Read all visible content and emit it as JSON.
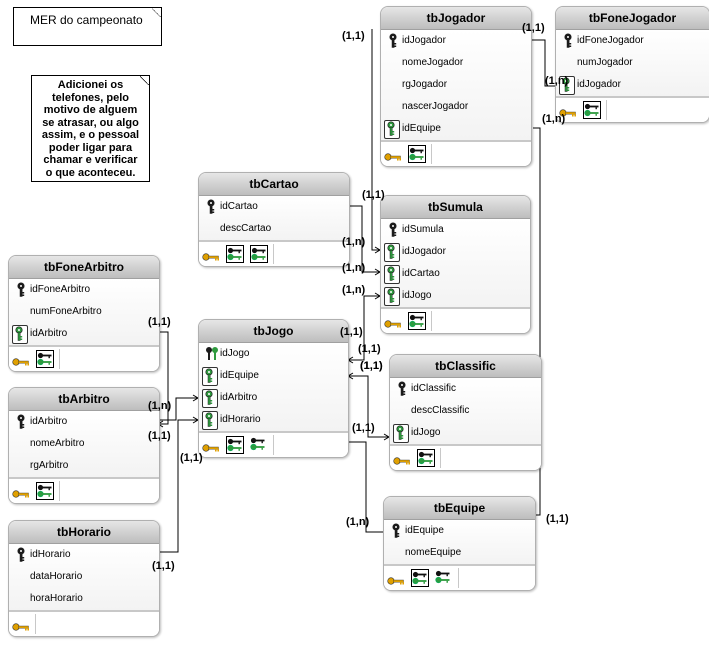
{
  "notes": {
    "title": "MER do campeonato",
    "comment": [
      "Adicionei os",
      "telefones, pelo",
      "motivo de alguem",
      "se atrasar, ou algo",
      "assim, e o pessoal",
      "poder ligar para",
      "chamar e verificar",
      "o que aconteceu."
    ]
  },
  "tables": [
    {
      "id": "tbJogador",
      "name": "tbJogador",
      "fields": [
        {
          "name": "idJogador",
          "icon": "pk"
        },
        {
          "name": "nomeJogador",
          "icon": ""
        },
        {
          "name": "rgJogador",
          "icon": ""
        },
        {
          "name": "nascerJogador",
          "icon": ""
        },
        {
          "name": "idEquipe",
          "icon": "fk"
        }
      ],
      "footer": [
        "pk-key",
        "fk-keys"
      ]
    },
    {
      "id": "tbFoneJogador",
      "name": "tbFoneJogador",
      "fields": [
        {
          "name": "idFoneJogador",
          "icon": "pk"
        },
        {
          "name": "numJogador",
          "icon": ""
        },
        {
          "name": "idJogador",
          "icon": "fk"
        }
      ],
      "footer": [
        "pk-key",
        "fk-keys"
      ]
    },
    {
      "id": "tbCartao",
      "name": "tbCartao",
      "fields": [
        {
          "name": "idCartao",
          "icon": "pk"
        },
        {
          "name": "descCartao",
          "icon": ""
        }
      ],
      "footer": [
        "pk-key",
        "fk-keys",
        "fk-keys"
      ]
    },
    {
      "id": "tbSumula",
      "name": "tbSumula",
      "fields": [
        {
          "name": "idSumula",
          "icon": "pk"
        },
        {
          "name": "idJogador",
          "icon": "fk"
        },
        {
          "name": "idCartao",
          "icon": "fk"
        },
        {
          "name": "idJogo",
          "icon": "fk"
        }
      ],
      "footer": [
        "pk-key",
        "fk-keys"
      ]
    },
    {
      "id": "tbFoneArbitro",
      "name": "tbFoneArbitro",
      "fields": [
        {
          "name": "idFoneArbitro",
          "icon": "pk"
        },
        {
          "name": "numFoneArbitro",
          "icon": ""
        },
        {
          "name": "idArbitro",
          "icon": "fk"
        }
      ],
      "footer": [
        "pk-key",
        "fk-keys"
      ]
    },
    {
      "id": "tbJogo",
      "name": "tbJogo",
      "fields": [
        {
          "name": "idJogo",
          "icon": "pkfk"
        },
        {
          "name": "idEquipe",
          "icon": "fk"
        },
        {
          "name": "idArbitro",
          "icon": "fk"
        },
        {
          "name": "idHorario",
          "icon": "fk"
        }
      ],
      "footer": [
        "pk-key",
        "fk-keys",
        "fk-keys-plain"
      ]
    },
    {
      "id": "tbClassific",
      "name": "tbClassific",
      "fields": [
        {
          "name": "idClassific",
          "icon": "pk"
        },
        {
          "name": "descClassific",
          "icon": ""
        },
        {
          "name": "idJogo",
          "icon": "fk"
        }
      ],
      "footer": [
        "pk-key",
        "fk-keys"
      ]
    },
    {
      "id": "tbArbitro",
      "name": "tbArbitro",
      "fields": [
        {
          "name": "idArbitro",
          "icon": "pk"
        },
        {
          "name": "nomeArbitro",
          "icon": ""
        },
        {
          "name": "rgArbitro",
          "icon": ""
        }
      ],
      "footer": [
        "pk-key",
        "fk-keys"
      ]
    },
    {
      "id": "tbEquipe",
      "name": "tbEquipe",
      "fields": [
        {
          "name": "idEquipe",
          "icon": "pk"
        },
        {
          "name": "nomeEquipe",
          "icon": ""
        }
      ],
      "footer": [
        "pk-key",
        "fk-keys",
        "fk-keys-plain"
      ]
    },
    {
      "id": "tbHorario",
      "name": "tbHorario",
      "fields": [
        {
          "name": "idHorario",
          "icon": "pk"
        },
        {
          "name": "dataHorario",
          "icon": ""
        },
        {
          "name": "horaHorario",
          "icon": ""
        }
      ],
      "footer": [
        "pk-key"
      ]
    }
  ],
  "cardinalities": [
    "(1,1)",
    "(1,1)",
    "(1,n)",
    "(1,n)",
    "(1,1)",
    "(1,n)",
    "(1,n)",
    "(1,n)",
    "(1,1)",
    "(1,1)",
    "(1,1)",
    "(1,n)",
    "(1,1)",
    "(1,1)",
    "(1,1)",
    "(1,1)",
    "(1,n)",
    "(1,1)",
    "(1,1)",
    "(1,1)"
  ],
  "colors": {
    "pk_key": "#e0a000",
    "fk_key": "#2e9a3e",
    "line": "#000000",
    "header_top": "#e6e6e6",
    "header_bottom": "#bdbdbd"
  }
}
